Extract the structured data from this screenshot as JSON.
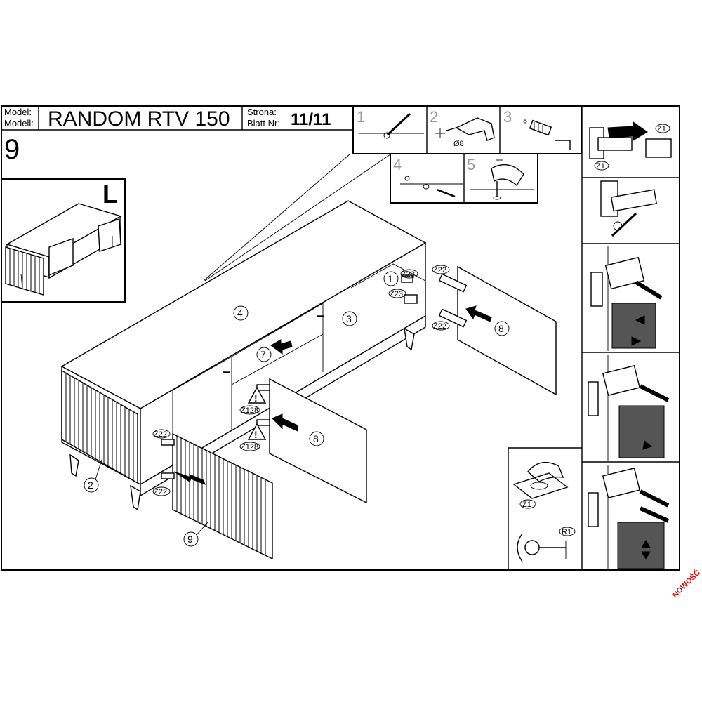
{
  "header": {
    "model_label": "Model:",
    "modell_label": "Modell:",
    "product_name": "RANDOM RTV 150",
    "strona_label": "Strona:",
    "blatt_label": "Blatt Nr:",
    "page_number": "11/11",
    "step_number": "9"
  },
  "overview": {
    "side_marker": "L"
  },
  "tool_steps": [
    {
      "number": "1"
    },
    {
      "number": "2",
      "drill_label": "Ø8"
    },
    {
      "number": "3"
    },
    {
      "number": "4"
    },
    {
      "number": "5"
    }
  ],
  "part_labels": {
    "p1": "1",
    "p2": "2",
    "p3": "3",
    "p4": "4",
    "p7": "7",
    "p8a": "8",
    "p8b": "8",
    "p9": "9"
  },
  "hardware_labels": {
    "z23_a": "Z23",
    "z23_b": "Z23",
    "z22_a": "Z22",
    "z22_b": "Z22",
    "z22_c": "Z22",
    "z22_d": "Z22",
    "z128_a": "Z128",
    "z128_b": "Z128"
  },
  "detail_labels": {
    "z1_hinge": "Z1",
    "z1_hinge_b": "Z1",
    "z1_handle": "Z1",
    "r1_knob": "R1"
  },
  "stamp": "NOWOŚĆ",
  "colors": {
    "stamp_red": "#cc1111",
    "adjust_box": "#555555"
  }
}
